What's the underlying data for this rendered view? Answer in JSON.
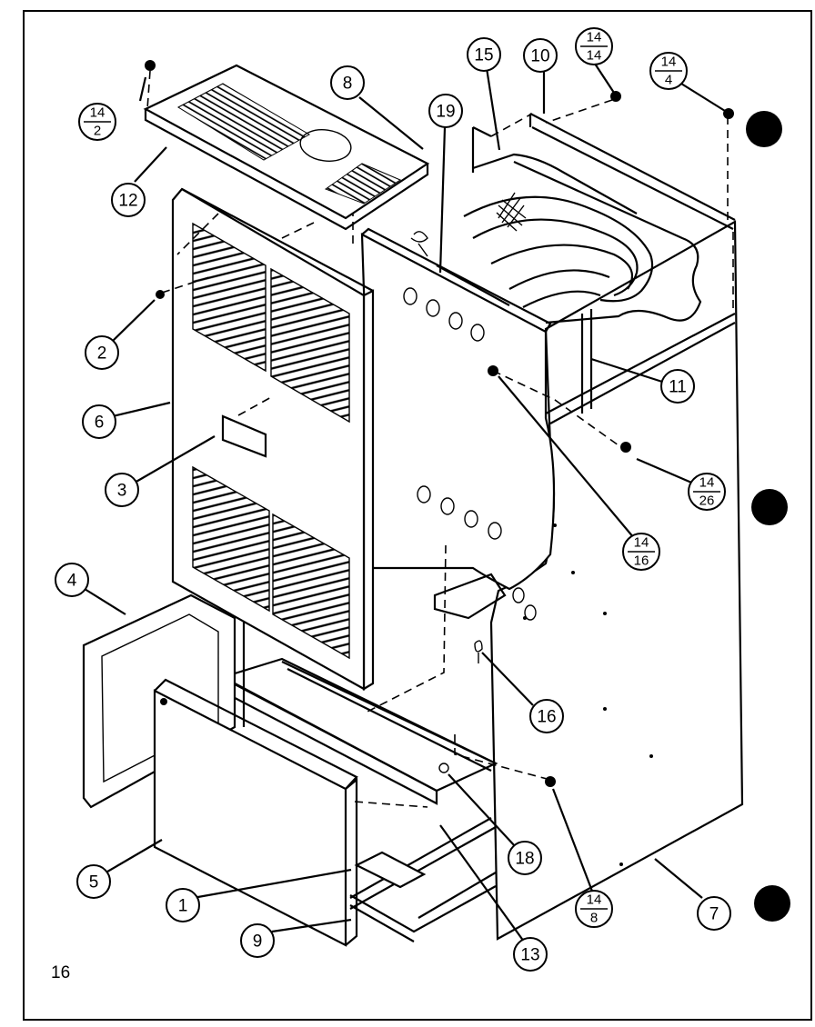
{
  "page_number": "16",
  "callouts": {
    "c1": "1",
    "c2": "2",
    "c3": "3",
    "c4": "4",
    "c5": "5",
    "c6": "6",
    "c7": "7",
    "c8": "8",
    "c9": "9",
    "c10": "10",
    "c11": "11",
    "c12": "12",
    "c13": "13",
    "c15": "15",
    "c16": "16",
    "c18": "18",
    "c19": "19"
  },
  "fraction_callouts": {
    "f14_2": {
      "top": "14",
      "bottom": "2"
    },
    "f14_14": {
      "top": "14",
      "bottom": "14"
    },
    "f14_4": {
      "top": "14",
      "bottom": "4"
    },
    "f14_26": {
      "top": "14",
      "bottom": "26"
    },
    "f14_16": {
      "top": "14",
      "bottom": "16"
    },
    "f14_8": {
      "top": "14",
      "bottom": "8"
    }
  }
}
